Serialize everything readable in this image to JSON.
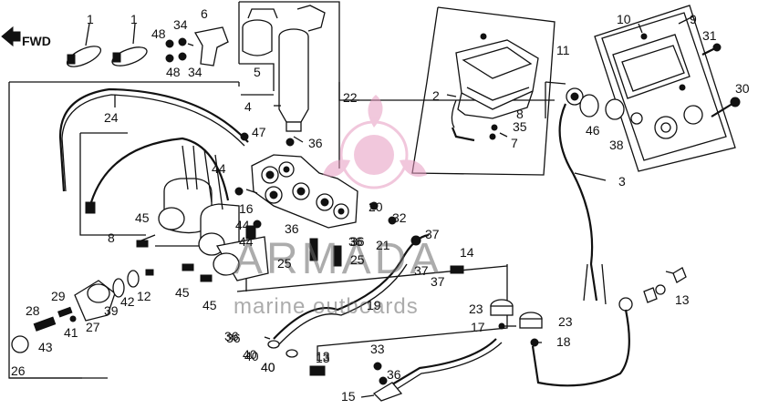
{
  "fwd_label": "FWD",
  "watermark": {
    "brand": "ARMADA",
    "tagline": "marine outboards",
    "accent": "#e69ac0"
  },
  "labels": [
    {
      "id": "l1a",
      "text": "1"
    },
    {
      "id": "l1b",
      "text": "1"
    },
    {
      "id": "l48a",
      "text": "48"
    },
    {
      "id": "l34a",
      "text": "34"
    },
    {
      "id": "l6",
      "text": "6"
    },
    {
      "id": "l48b",
      "text": "48"
    },
    {
      "id": "l34b",
      "text": "34"
    },
    {
      "id": "l5",
      "text": "5"
    },
    {
      "id": "l4",
      "text": "4"
    },
    {
      "id": "l22",
      "text": "22"
    },
    {
      "id": "l24",
      "text": "24"
    },
    {
      "id": "l47",
      "text": "47"
    },
    {
      "id": "l36a",
      "text": "36"
    },
    {
      "id": "l11",
      "text": "11"
    },
    {
      "id": "l10",
      "text": "10"
    },
    {
      "id": "l9",
      "text": "9"
    },
    {
      "id": "l31",
      "text": "31"
    },
    {
      "id": "l30",
      "text": "30"
    },
    {
      "id": "l2",
      "text": "2"
    },
    {
      "id": "l35",
      "text": "35"
    },
    {
      "id": "l8a",
      "text": "8"
    },
    {
      "id": "l7",
      "text": "7"
    },
    {
      "id": "l46",
      "text": "46"
    },
    {
      "id": "l38",
      "text": "38"
    },
    {
      "id": "l3",
      "text": "3"
    },
    {
      "id": "l44a",
      "text": "44"
    },
    {
      "id": "l16",
      "text": "16"
    },
    {
      "id": "l44b",
      "text": "44"
    },
    {
      "id": "l44c",
      "text": "44"
    },
    {
      "id": "l8b",
      "text": "8"
    },
    {
      "id": "l45a",
      "text": "45"
    },
    {
      "id": "l36b",
      "text": "36"
    },
    {
      "id": "l20",
      "text": "20"
    },
    {
      "id": "l32",
      "text": "32"
    },
    {
      "id": "l21",
      "text": "21"
    },
    {
      "id": "l36c",
      "text": "36"
    },
    {
      "id": "l37a",
      "text": "37"
    },
    {
      "id": "l14",
      "text": "14"
    },
    {
      "id": "l25a",
      "text": "25"
    },
    {
      "id": "l36d",
      "text": "36"
    },
    {
      "id": "l25b",
      "text": "25"
    },
    {
      "id": "l37b",
      "text": "37"
    },
    {
      "id": "l37c",
      "text": "37"
    },
    {
      "id": "l36e",
      "text": "36"
    },
    {
      "id": "l40a",
      "text": "40"
    },
    {
      "id": "l13a",
      "text": "13"
    },
    {
      "id": "l40b",
      "text": "40"
    },
    {
      "id": "l12",
      "text": "12"
    },
    {
      "id": "l42",
      "text": "42"
    },
    {
      "id": "l39",
      "text": "39"
    },
    {
      "id": "l45b",
      "text": "45"
    },
    {
      "id": "l45c",
      "text": "45"
    },
    {
      "id": "l29",
      "text": "29"
    },
    {
      "id": "l28",
      "text": "28"
    },
    {
      "id": "l27",
      "text": "27"
    },
    {
      "id": "l43",
      "text": "43"
    },
    {
      "id": "l41",
      "text": "41"
    },
    {
      "id": "l26",
      "text": "26"
    },
    {
      "id": "l36f",
      "text": "36"
    },
    {
      "id": "l40c",
      "text": "40"
    },
    {
      "id": "l40d",
      "text": "40"
    },
    {
      "id": "l13b",
      "text": "13"
    },
    {
      "id": "l19",
      "text": "19"
    },
    {
      "id": "l33",
      "text": "33"
    },
    {
      "id": "l36g",
      "text": "36"
    },
    {
      "id": "l15",
      "text": "15"
    },
    {
      "id": "l23a",
      "text": "23"
    },
    {
      "id": "l17",
      "text": "17"
    },
    {
      "id": "l23b",
      "text": "23"
    },
    {
      "id": "l18",
      "text": "18"
    },
    {
      "id": "l13c",
      "text": "13"
    }
  ]
}
